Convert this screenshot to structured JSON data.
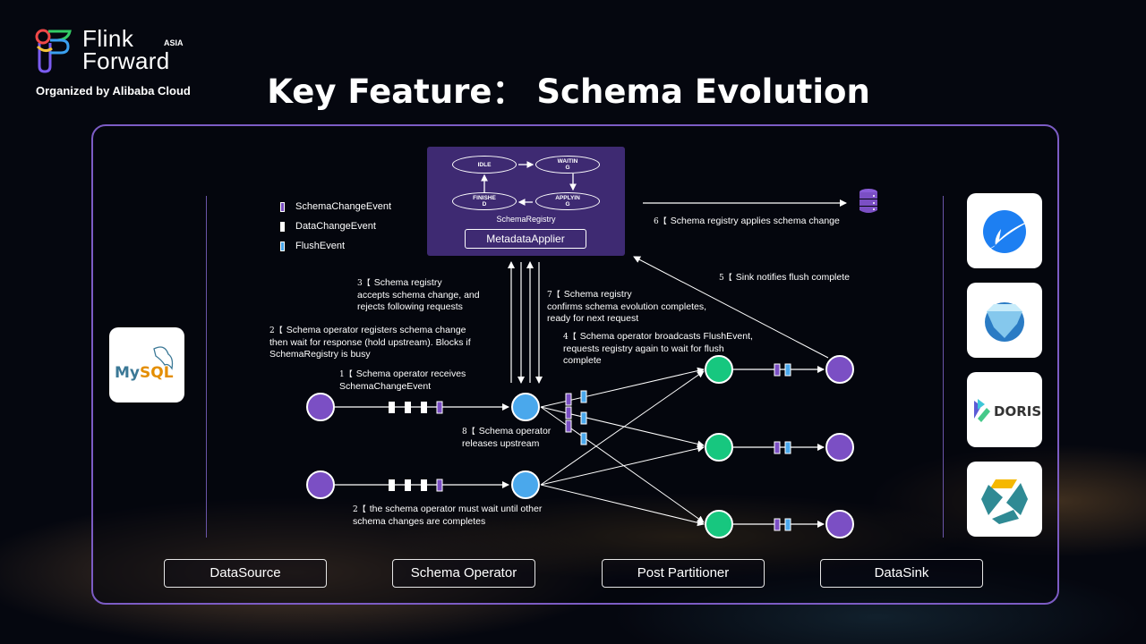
{
  "branding": {
    "line1": "Flink",
    "line2": "Forward",
    "region": "ASIA",
    "organizer": "Organized by Alibaba Cloud"
  },
  "title": "Key Feature： Schema Evolution",
  "schema_registry": {
    "label": "SchemaRegistry",
    "applier_label": "MetadataApplier",
    "states": [
      {
        "id": "idle",
        "label": "IDLE"
      },
      {
        "id": "waiting",
        "label": "WAITIN\nG"
      },
      {
        "id": "applying",
        "label": "APPLYIN\nG"
      },
      {
        "id": "finished",
        "label": "FINISHE\nD"
      }
    ],
    "transitions": [
      {
        "from": "IDLE",
        "to": "WAITING"
      },
      {
        "from": "WAITING",
        "to": "APPLYING"
      },
      {
        "from": "APPLYING",
        "to": "FINISHED"
      },
      {
        "from": "FINISHED",
        "to": "IDLE"
      }
    ]
  },
  "legend": [
    {
      "label": "SchemaChangeEvent",
      "color": "#7b4fc4"
    },
    {
      "label": "DataChangeEvent",
      "color": "#ffffff"
    },
    {
      "label": "FlushEvent",
      "color": "#4aa8ec"
    }
  ],
  "notes": {
    "n1": {
      "step": "1【",
      "text": [
        "Schema operator receives",
        "SchemaChangeEvent"
      ]
    },
    "n2": {
      "step": "2【",
      "text": [
        "Schema operator registers schema change",
        "then wait for response (hold upstream). Blocks if",
        "SchemaRegistry is busy"
      ]
    },
    "n3": {
      "step": "3【",
      "text": [
        "Schema registry",
        "accepts schema change, and",
        "rejects following requests"
      ]
    },
    "n4": {
      "step": "4【",
      "text": [
        "Schema operator broadcasts FlushEvent,",
        "requests registry again to wait for flush",
        "complete"
      ]
    },
    "n5": {
      "step": "5【",
      "text": [
        "Sink notifies flush complete"
      ]
    },
    "n6": {
      "step": "6【",
      "text": [
        "Schema registry applies schema change"
      ]
    },
    "n7": {
      "step": "7【",
      "text": [
        "Schema registry",
        "confirms schema evolution completes,",
        "ready for next request"
      ]
    },
    "n8": {
      "step": "8【",
      "text": [
        "Schema operator",
        "releases upstream"
      ]
    },
    "n9": {
      "step": "2【",
      "text": [
        "the schema operator must wait until other",
        "schema changes are completes"
      ]
    }
  },
  "stages": [
    {
      "label": "DataSource"
    },
    {
      "label": "Schema Operator"
    },
    {
      "label": "Post Partitioner"
    },
    {
      "label": "DataSink"
    }
  ],
  "source_logo": {
    "name": "MySQL",
    "icon": "mysql-logo"
  },
  "sink_logos": [
    {
      "name": "StarRocks",
      "icon": "starrocks-logo"
    },
    {
      "name": "Paimon",
      "icon": "paimon-logo"
    },
    {
      "name": "DORIS",
      "icon": "doris-logo"
    },
    {
      "name": "Kafka-like sink",
      "icon": "hexagon-s-logo"
    }
  ],
  "colors": {
    "accent_purple": "#7c5cc4",
    "registry_bg": "#3e2a72",
    "source_node": "#7b4fc4",
    "operator_node": "#4aa8ec",
    "partitioner_node": "#17c77f",
    "sink_node": "#7b4fc4"
  },
  "flows": {
    "source_to_operator_events": [
      [
        "data",
        "data",
        "data",
        "schema"
      ],
      [
        "data",
        "data",
        "data",
        "schema"
      ]
    ],
    "partitioner_to_sink_events": [
      "schema",
      "flush"
    ]
  }
}
